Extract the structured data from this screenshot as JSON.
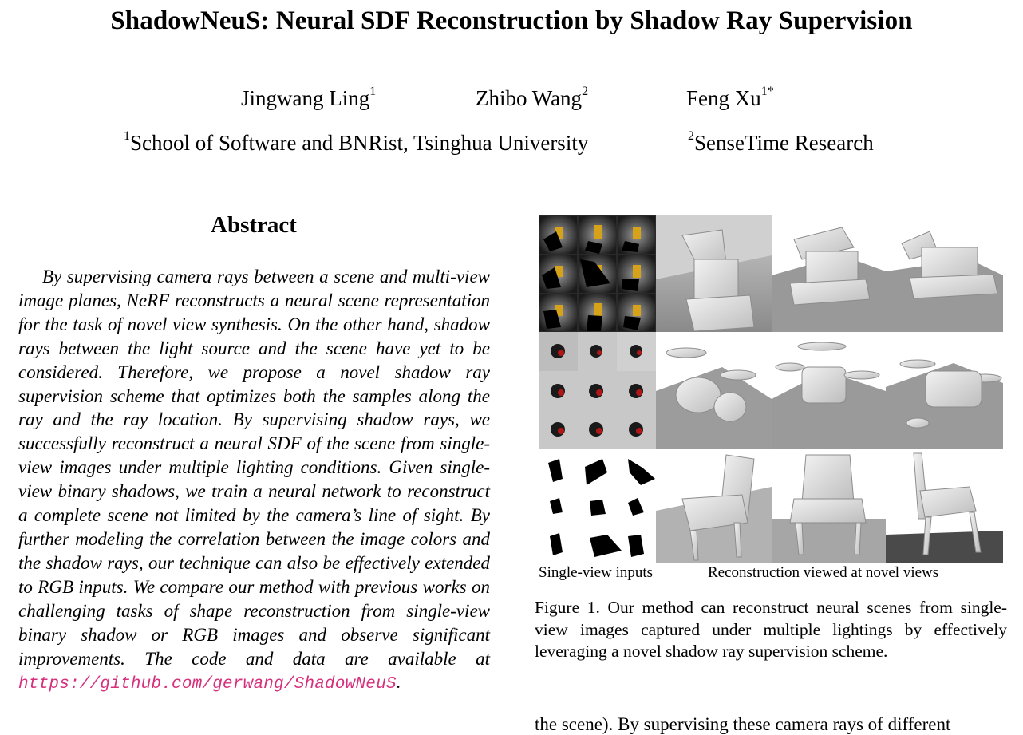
{
  "paper": {
    "title": "ShadowNeuS: Neural SDF Reconstruction by Shadow Ray Supervision",
    "authors": [
      {
        "name": "Jingwang Ling",
        "sup": "1"
      },
      {
        "name": "Zhibo Wang",
        "sup": "2"
      },
      {
        "name": "Feng Xu",
        "sup": "1*"
      }
    ],
    "affiliations": [
      {
        "sup": "1",
        "name": "School of Software and BNRist, Tsinghua University"
      },
      {
        "sup": "2",
        "name": "SenseTime Research"
      }
    ]
  },
  "abstract": {
    "heading": "Abstract",
    "text": "By supervising camera rays between a scene and multi-view image planes, NeRF reconstructs a neural scene representation for the task of novel view synthesis. On the other hand, shadow rays between the light source and the scene have yet to be considered. Therefore, we propose a novel shadow ray supervision scheme that optimizes both the samples along the ray and the ray location. By supervising shadow rays, we successfully reconstruct a neural SDF of the scene from single-view images under multiple lighting conditions. Given single-view binary shadows, we train a neural network to reconstruct a complete scene not limited by the camera’s line of sight. By further modeling the correlation between the image colors and the shadow rays, our technique can also be effectively extended to RGB inputs. We compare our method with previous works on challenging tasks of shape reconstruction from single-view binary shadow or RGB images and observe significant improvements. The code and data are available at",
    "link": "https://github.com/gerwang/ShadowNeuS",
    "link_suffix": "."
  },
  "figure": {
    "label_inputs": "Single-view inputs",
    "label_recon": "Reconstruction viewed at novel views",
    "caption": "Figure 1. Our method can reconstruct neural scenes from single-view images captured under multiple lightings by effectively leveraging a novel shadow ray supervision scheme."
  },
  "body_cutoff": "the scene). By supervising these camera rays of different"
}
